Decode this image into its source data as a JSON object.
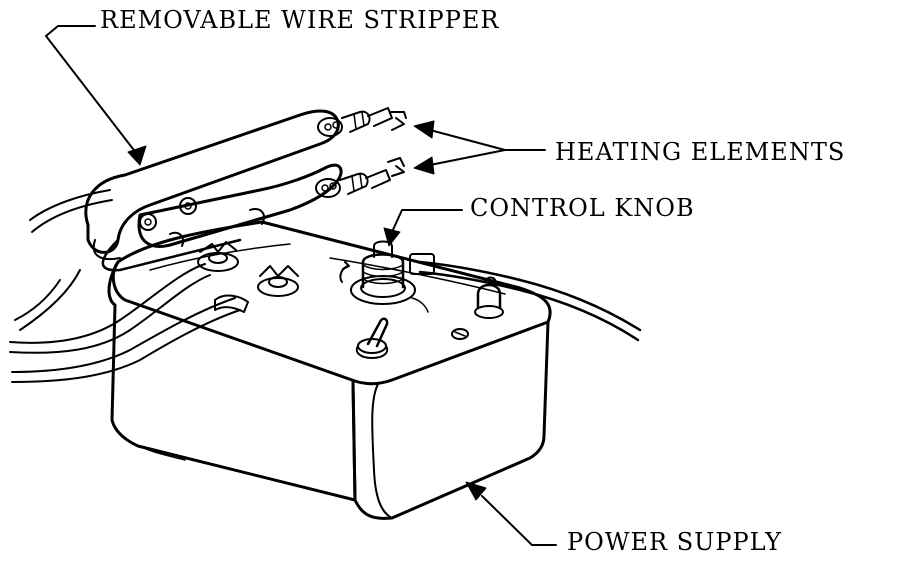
{
  "labels": {
    "stripper": "REMOVABLE WIRE STRIPPER",
    "heating": "HEATING ELEMENTS",
    "knob": "CONTROL KNOB",
    "power": "POWER SUPPLY"
  },
  "colors": {
    "ink": "#000000",
    "paper": "#ffffff"
  }
}
